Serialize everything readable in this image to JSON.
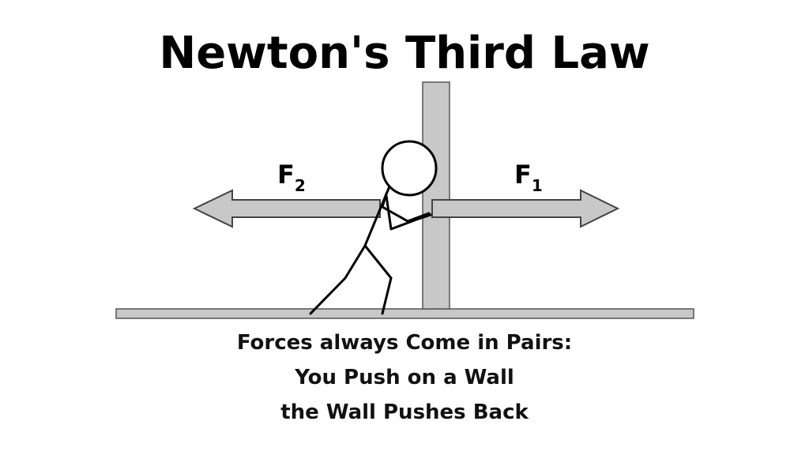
{
  "title": "Newton's Third Law",
  "forces": {
    "left": {
      "symbol": "F",
      "subscript": "2"
    },
    "right": {
      "symbol": "F",
      "subscript": "1"
    }
  },
  "caption": {
    "line1": "Forces always Come in Pairs:",
    "line2": "You Push on a Wall",
    "line3": "the Wall Pushes Back"
  },
  "colors": {
    "arrow_fill": "#c8c8c8",
    "wall_fill": "#c8c8c8",
    "outline": "#555555",
    "figure": "#000000"
  }
}
